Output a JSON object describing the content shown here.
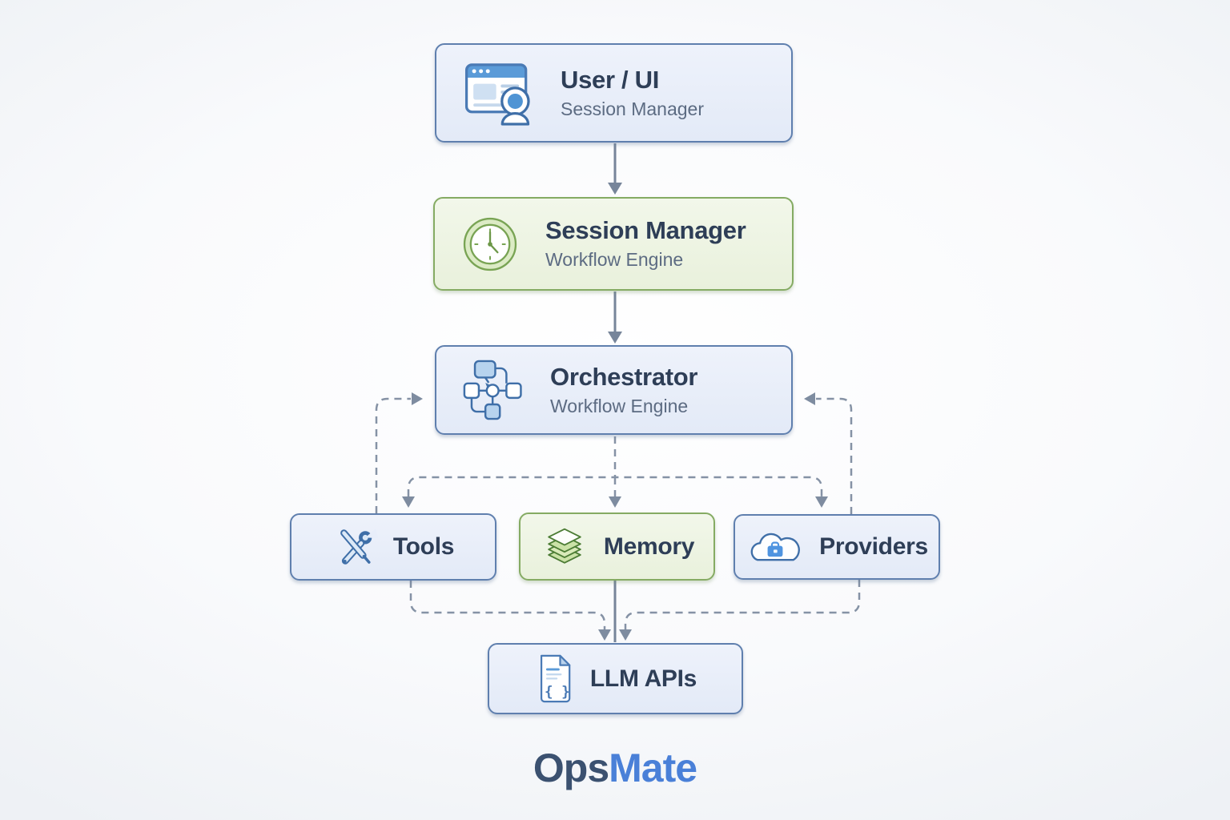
{
  "nodes": {
    "user_ui": {
      "title": "User / UI",
      "subtitle": "Session Manager",
      "icon": "browser-user-icon"
    },
    "session_manager": {
      "title": "Session Manager",
      "subtitle": "Workflow Engine",
      "icon": "clock-icon"
    },
    "orchestrator": {
      "title": "Orchestrator",
      "subtitle": "Workflow Engine",
      "icon": "workflow-icon"
    },
    "tools": {
      "title": "Tools",
      "icon": "tools-icon"
    },
    "memory": {
      "title": "Memory",
      "icon": "layers-icon"
    },
    "providers": {
      "title": "Providers",
      "icon": "cloud-briefcase-icon"
    },
    "llm_apis": {
      "title": "LLM APIs",
      "icon": "code-document-icon"
    }
  },
  "edges": [
    {
      "from": "user_ui",
      "to": "session_manager",
      "style": "solid"
    },
    {
      "from": "session_manager",
      "to": "orchestrator",
      "style": "solid"
    },
    {
      "from": "orchestrator",
      "to": "tools",
      "style": "dashed"
    },
    {
      "from": "orchestrator",
      "to": "memory",
      "style": "dashed"
    },
    {
      "from": "orchestrator",
      "to": "providers",
      "style": "dashed"
    },
    {
      "from": "tools",
      "to": "orchestrator",
      "style": "dashed"
    },
    {
      "from": "providers",
      "to": "orchestrator",
      "style": "dashed"
    },
    {
      "from": "tools",
      "to": "llm_apis",
      "style": "dashed"
    },
    {
      "from": "memory",
      "to": "llm_apis",
      "style": "solid"
    },
    {
      "from": "providers",
      "to": "llm_apis",
      "style": "dashed"
    }
  ],
  "logo": {
    "prefix": "Ops",
    "suffix": "Mate"
  },
  "colors": {
    "blue_node_fill": "#e8eefa",
    "blue_node_border": "#5f7fae",
    "green_node_fill": "#edf4e2",
    "green_node_border": "#85ab63",
    "solid_arrow": "#77859a",
    "dashed_arrow": "#8592a5",
    "title_text": "#2e3e57",
    "subtitle_text": "#5c6b82",
    "logo_prefix": "#3b5170",
    "logo_suffix": "#4a80d8"
  }
}
